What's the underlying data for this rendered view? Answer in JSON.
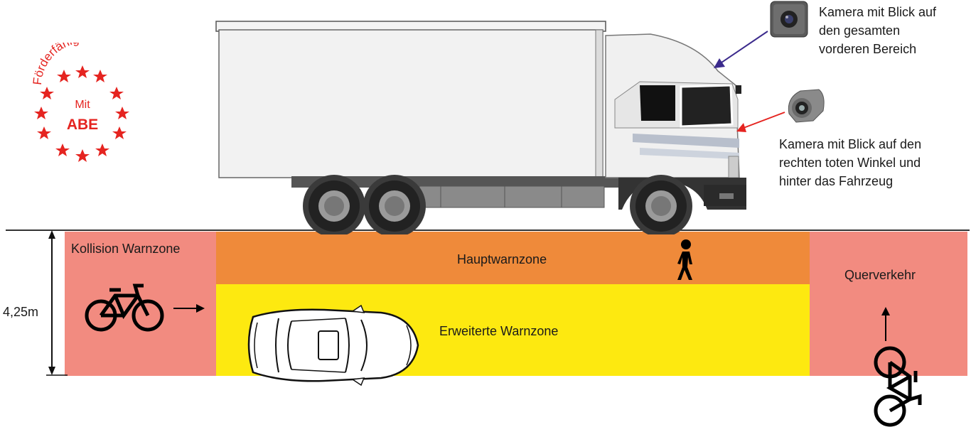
{
  "badge": {
    "arc_text": "Förderfähig",
    "line1": "Mit",
    "line2": "ABE",
    "color": "#e52420"
  },
  "cameras": {
    "front": {
      "label_lines": [
        "Kamera mit Blick auf",
        "den gesamten",
        "vorderen Bereich"
      ],
      "arrow_color": "#3b2a8c"
    },
    "side": {
      "label_lines": [
        "Kamera mit Blick auf den",
        "rechten toten Winkel und",
        "hinter das Fahrzeug"
      ],
      "arrow_color": "#e52420"
    }
  },
  "zones": {
    "collision": {
      "label": "Kollision Warnzone",
      "color": "#f28b80"
    },
    "main": {
      "label": "Hauptwarnzone",
      "color": "#ef8a3a"
    },
    "extended": {
      "label": "Erweiterte Warnzone",
      "color": "#fde910"
    },
    "cross_traffic": {
      "label": "Querverkehr",
      "color": "#f28b80"
    }
  },
  "dimension": {
    "label": "4,25m"
  },
  "icons": {
    "bicycle_left": "bicycle-icon",
    "bicycle_right": "bicycle-icon",
    "pedestrian": "pedestrian-icon",
    "car": "car-icon",
    "truck": "truck-icon",
    "front_camera": "camera-icon",
    "side_camera": "camera-icon"
  }
}
